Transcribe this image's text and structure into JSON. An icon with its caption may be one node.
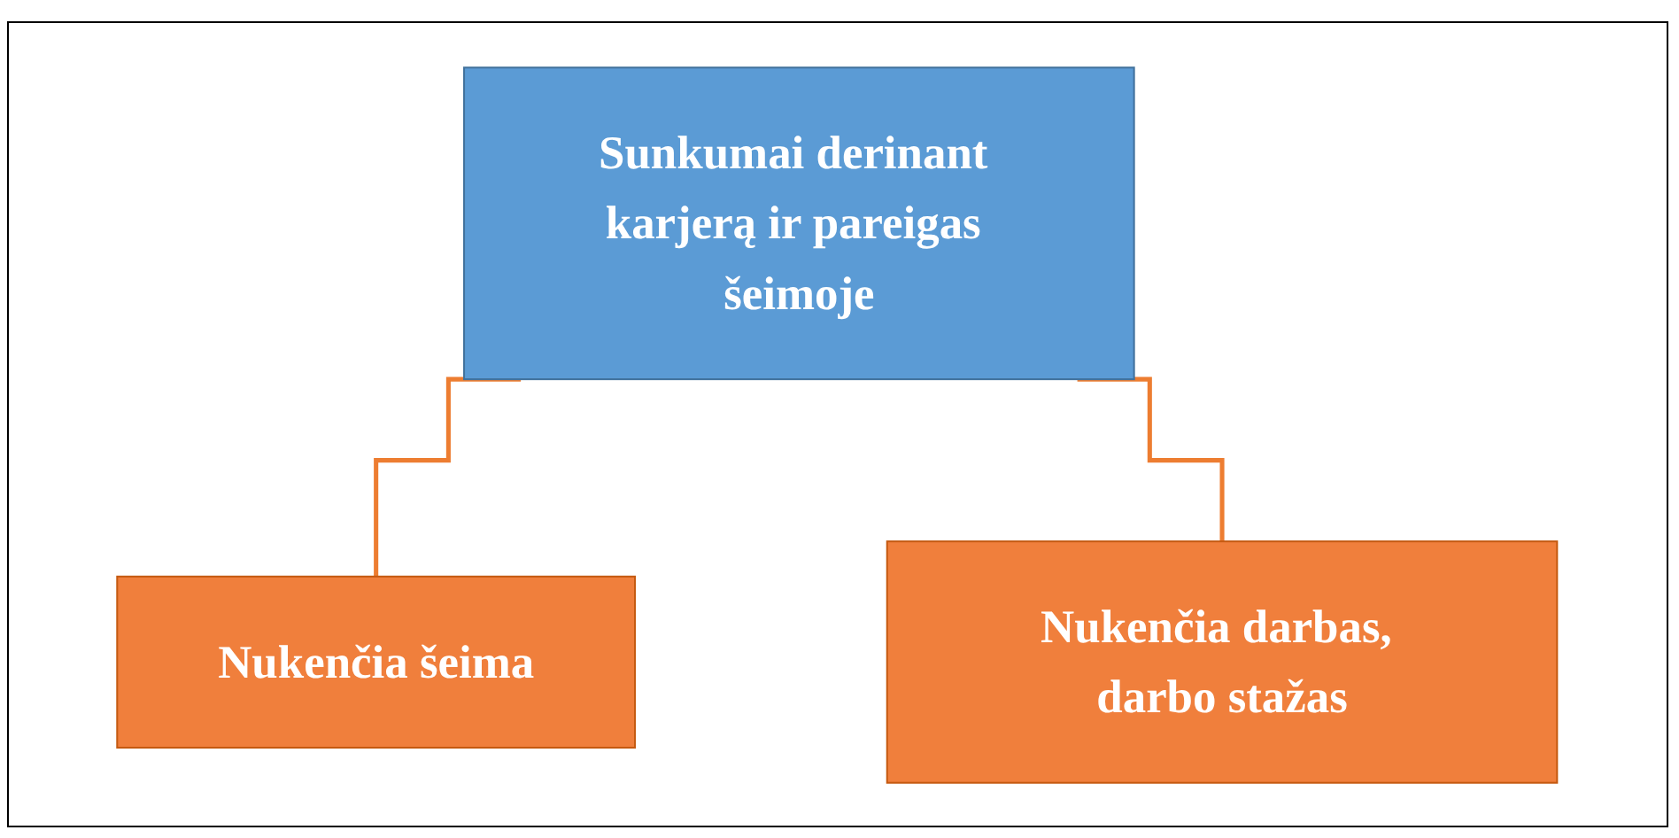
{
  "diagram": {
    "nodes": [
      {
        "text": [
          "Sunkumai derinant karjerą ir pareigas šeimoje"
        ]
      },
      {
        "text": [
          "Nukenčia šeima"
        ]
      },
      {
        "text": [
          "Nukenčia darbas, darbo stažas"
        ]
      }
    ],
    "edges": [
      {
        "from": 0,
        "to": 1,
        "arrow": "none"
      },
      {
        "from": 0,
        "to": 2,
        "arrow": "none"
      }
    ]
  }
}
